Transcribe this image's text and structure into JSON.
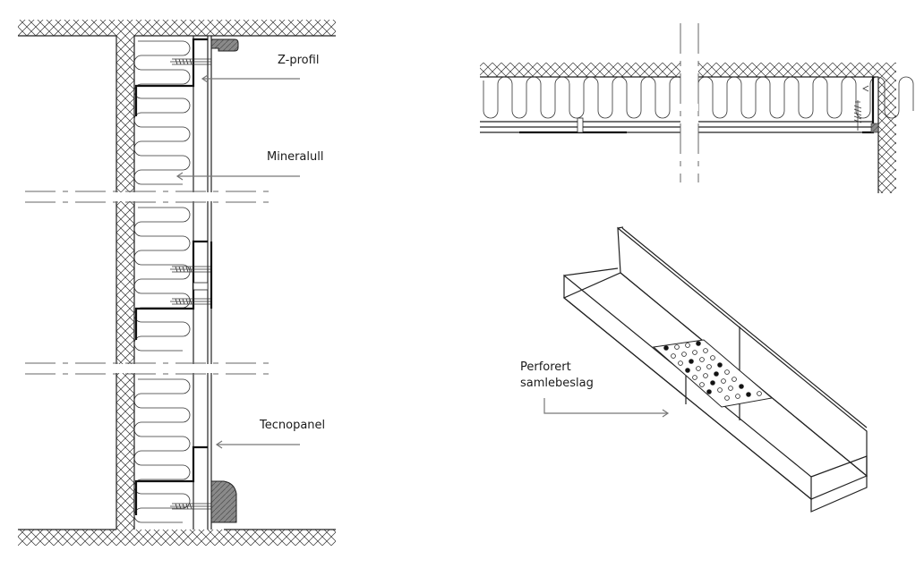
{
  "labels": {
    "z_profil": "Z-profil",
    "mineralull": "Mineralull",
    "tecnopanel": "Tecnopanel",
    "perforert_line1": "Perforert",
    "perforert_line2": "samlebeslag"
  },
  "colors": {
    "line": "#222222",
    "leader": "#777777",
    "hatch": "#333333",
    "block_fill": "#7a7a7a"
  }
}
